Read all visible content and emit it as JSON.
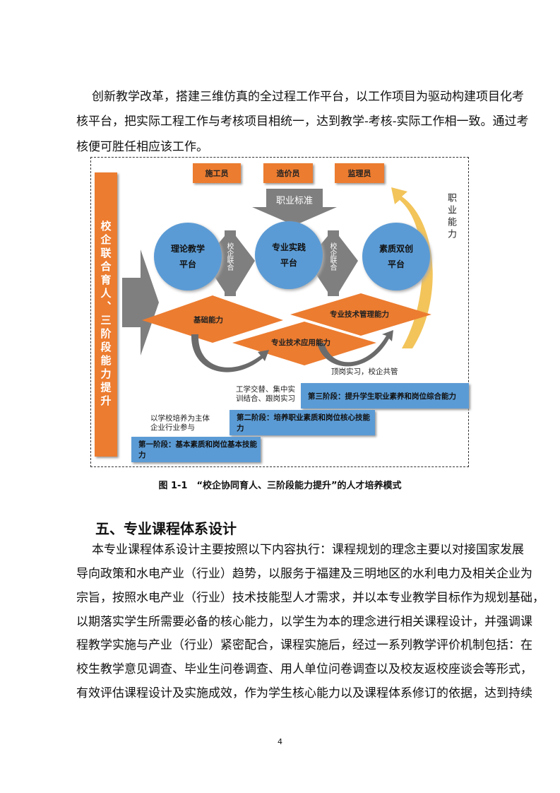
{
  "intro_lines": [
    "创新教学改革，搭建三维仿真的全过程工作平台，以工作项目为驱动构建项目化考",
    "核平台，把实际工程工作与考核项目相统一，达到教学-考核-实际工作相一致。通过考",
    "核便可胜任相应该工作。"
  ],
  "diagram": {
    "side_label": "校企联合育人、三阶段能力提升",
    "roles": [
      "施工员",
      "造价员",
      "监理员"
    ],
    "standard_arrow": "职业标准",
    "platforms": [
      {
        "line1": "理论教学",
        "line2": "平台"
      },
      {
        "line1": "专业实践",
        "line2": "平台"
      },
      {
        "line1": "素质双创",
        "line2": "平台"
      }
    ],
    "link_label": "校企联合",
    "career_ability": "职业能力",
    "abilities": [
      "基础能力",
      "专业技术应用能力",
      "专业技术管理能力"
    ],
    "notes": {
      "internship": "顶岗实习，校企共管",
      "work_study_1": "工学交替、集中实",
      "work_study_2": "训结合、跟岗实习",
      "school_1": "以学校培养为主体",
      "school_2": "企业行业参与"
    },
    "stages": [
      "第一阶段：基本素质和岗位基本技能力",
      "第二阶段：培养职业素质和岗位核心技能力",
      "第三阶段：提升学生职业素养和岗位综合能力"
    ],
    "colors": {
      "orange": "#ec7c30",
      "blue": "#5b9bd5",
      "grey": "#7f7f7f",
      "yellow": "#f2c45a"
    }
  },
  "caption": "图 1-1　“校企协同育人、三阶段能力提升”的人才培养模式",
  "section_heading": "五、专业课程体系设计",
  "body_lines": [
    "本专业课程体系设计主要按照以下内容执行：课程规划的理念主要以对接国家发展",
    "导向政策和水电产业（行业）趋势，以服务于福建及三明地区的水利电力及相关企业为",
    "宗旨，按照水电产业（行业）技术技能型人才需求，并以本专业教学目标作为规划基础，",
    "以期落实学生所需要必备的核心能力，以学生为本的理念进行相关课程设计，并强调课",
    "程教学实施与产业（行业）紧密配合，课程实施后，经过一系列教学评价机制包括：在",
    "校生教学意见调查、毕业生问卷调查、用人单位问卷调查以及校友返校座谈会等形式，",
    "有效评估课程设计及实施成效，作为学生核心能力以及课程体系修订的依据，达到持续"
  ],
  "page_number": "4"
}
